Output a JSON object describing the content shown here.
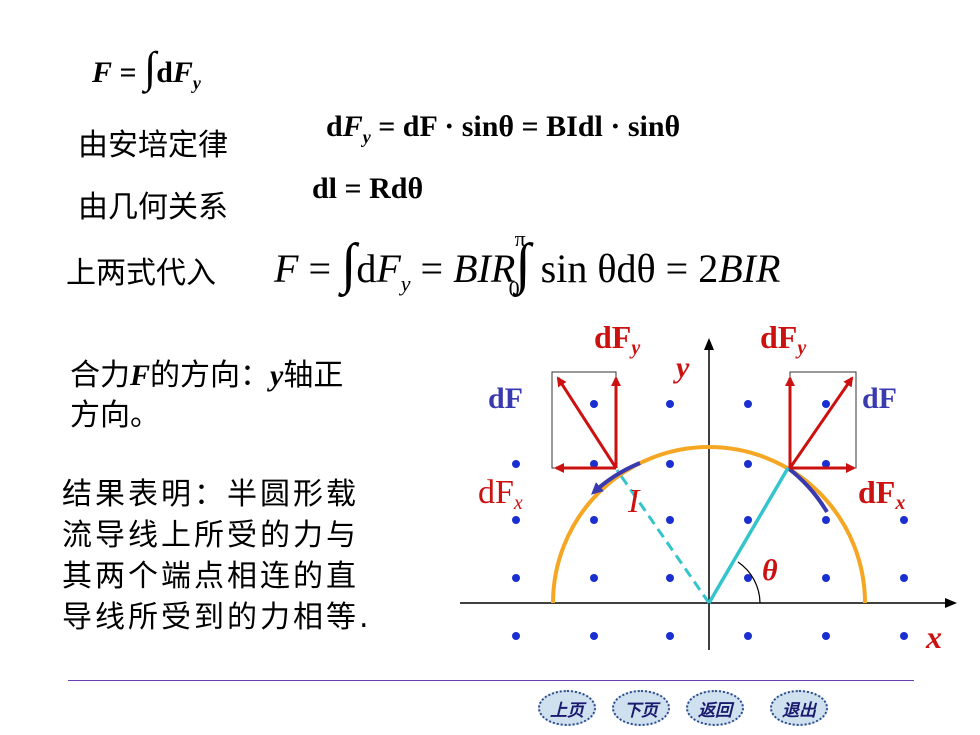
{
  "eq1": {
    "lhs": "F",
    "eq": "=",
    "d": "d",
    "var": "F",
    "sub": "y"
  },
  "line2": {
    "label": "由安培定律",
    "d1": "d",
    "F1": "F",
    "s1": "y",
    "mid": " = dF · sinθ = BIdl · sinθ"
  },
  "line3": {
    "label": "由几何关系",
    "formula": "dl = Rdθ"
  },
  "line4": {
    "label": "上两式代入",
    "F": "F",
    "eq1": " = ",
    "d": "d",
    "F2": "F",
    "sub": "y",
    "eq2": " = ",
    "BIR": "BIR",
    "upper": "π",
    "lower": "0",
    "rest": "sin θdθ = 2",
    "BIR2": "BIR"
  },
  "direction": {
    "line1_a": "合力",
    "line1_F": "F",
    "line1_b": "的方向：",
    "line1_y": "y",
    "line1_c": "轴正",
    "line2": "方向。"
  },
  "result": {
    "lines": [
      "结果表明：半圆形载",
      "流导线上所受的力与",
      "其两个端点相连的直",
      "导线所受到的力相等."
    ]
  },
  "diagram": {
    "axis_x": "x",
    "axis_y": "y",
    "current": "I",
    "angle": "θ",
    "dFy_left": "dF",
    "dFy_right": "dF",
    "sub_y": "y",
    "dF_left": "dF",
    "dF_right": "dF",
    "dFx_left": "dF",
    "dFx_right": "dF",
    "sub_x": "x",
    "colors": {
      "arc": "#f5a623",
      "force": "#cc1111",
      "blue": "#3a3ab0",
      "radius": "#33c4cc",
      "dot": "#1a2fd0",
      "label_red": "#cc1111"
    }
  },
  "nav": {
    "prev": "上页",
    "next": "下页",
    "back": "返回",
    "exit": "退出"
  }
}
